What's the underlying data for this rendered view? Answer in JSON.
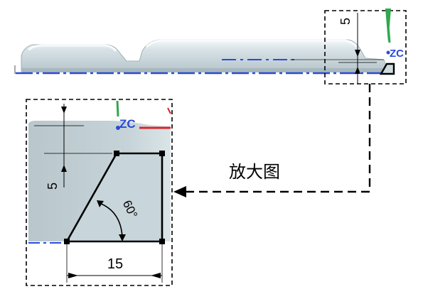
{
  "top_view": {
    "dimension_label": "5",
    "axis_label": "ZC"
  },
  "detail_view": {
    "caption": "放大图",
    "dimension_height_label": "5",
    "dimension_width_label": "15",
    "angle_label": "60°",
    "axis_label": "ZC"
  },
  "colors": {
    "part_fill": "#c9d6db",
    "part_highlight": "#eef4f6",
    "centerline": "#2a4bd8",
    "axis_green": "#2fa84f",
    "axis_red": "#d8262a",
    "outline": "#000000"
  }
}
